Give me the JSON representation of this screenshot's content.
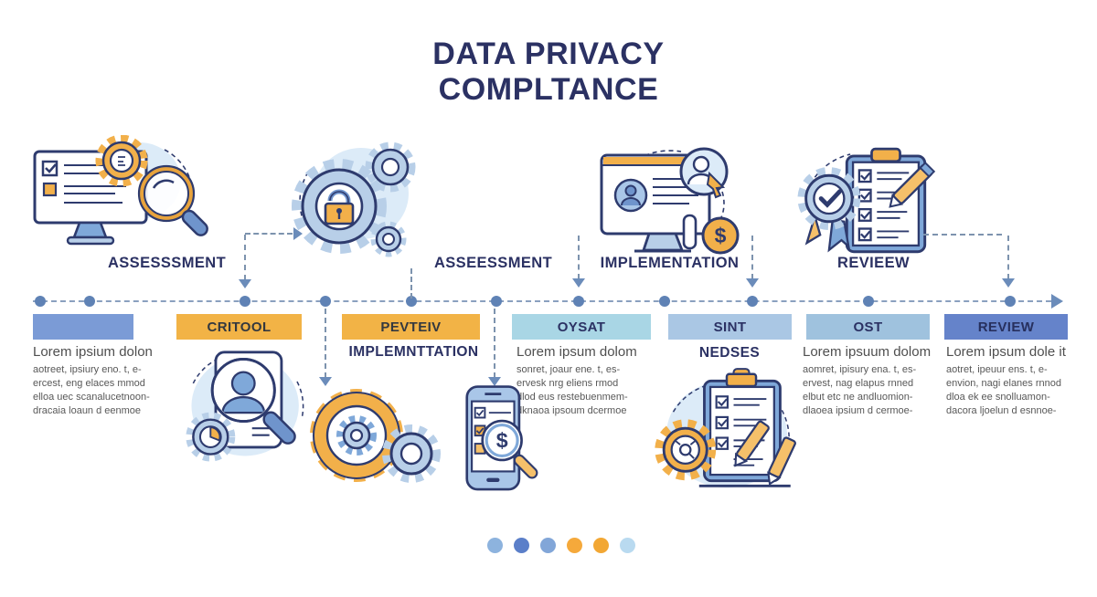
{
  "title": {
    "line1": "DATA PRIVACY",
    "line2": "COMPLTANCE"
  },
  "top_steps": [
    {
      "label": "ASSESSSMENT",
      "icon": "monitor-audit-icon"
    },
    {
      "label": "ASSEESSMENT",
      "icon": "security-gears-lock-icon"
    },
    {
      "label": "IMPLEMENTATION",
      "icon": "browser-user-payment-icon"
    },
    {
      "label": "REVIEEW",
      "icon": "certified-checklist-icon"
    }
  ],
  "sub_labels": {
    "implementation": "IMPLEMNTTATION",
    "needs": "NEDSES"
  },
  "bars": [
    {
      "label": "",
      "color": "#7b9bd6",
      "text_color": "#2b3163"
    },
    {
      "label": "CRITOOL",
      "color": "#f2b346",
      "text_color": "#33383f"
    },
    {
      "label": "PEVTEIV",
      "color": "#f2b346",
      "text_color": "#33383f"
    },
    {
      "label": "OYSAT",
      "color": "#a9d6e5",
      "text_color": "#2b3163"
    },
    {
      "label": "SINT",
      "color": "#aac7e4",
      "text_color": "#2b3163"
    },
    {
      "label": "OST",
      "color": "#9fc2de",
      "text_color": "#2b3163"
    },
    {
      "label": "REVIEW",
      "color": "#6583ca",
      "text_color": "#27305e"
    }
  ],
  "lorem_blocks": {
    "one": {
      "heading": "Lorem ipsium dolon",
      "lines": [
        "aotreet, ipsiury eno. t, e-",
        "ercest, eng elaces mmod",
        "elloa uec scanalucetnoon-",
        "dracaia loaun d eenmoe"
      ]
    },
    "two": {
      "heading": "Lorem ipsum dolom",
      "lines": [
        "sonret, joaur ene. t, es-",
        "ervesk nrg eliens rmod",
        "dlod eus restebuenmem-",
        "dknaoa ipsoum dcermoe"
      ]
    },
    "three": {
      "heading": "Lorem ipsuum dolom",
      "lines": [
        "aomret, ipisury ena. t, es-",
        "ervest, nag elapus rnned",
        "elbut etc ne andluomion-",
        "dlaoea ipsium d cermoe-"
      ]
    },
    "four": {
      "heading": "Lorem ipsum dole it",
      "lines": [
        "aotret, ipeuur ens. t, e-",
        "envion, nagi elanes rnnod",
        "dloa ek ee snolluamon-",
        "dacora ljoelun d esnnoe-"
      ]
    }
  },
  "glyphs": {
    "dollar": "$"
  },
  "timeline": {
    "dot_color": "#5f82b5",
    "line_color": "#8aa0bf",
    "arrow_color": "#6b8cba"
  },
  "pager_dots": [
    "#8db3de",
    "#5b7fc9",
    "#82a6d8",
    "#f5a93b",
    "#f2a734",
    "#b9daf0"
  ],
  "colors": {
    "title": "#2b3163",
    "step_label": "#2b3163",
    "orange": "#f2b346",
    "medium_blue": "#7fa8d9",
    "steel_blue": "#b8cfe8",
    "pale_blue": "#dcebf8",
    "lorem_text": "#585858",
    "connector": "#7d93ae",
    "icon_stroke": "#2e3b6e"
  }
}
